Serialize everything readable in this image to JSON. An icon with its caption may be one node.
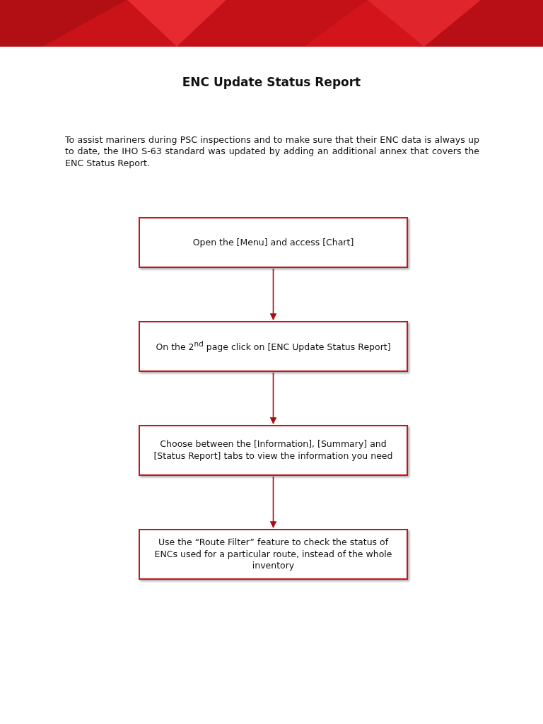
{
  "diagram": {
    "title": "ENC Update Status Report",
    "nodes": [
      {
        "text": [
          "Open the [Menu] and access [Chart]"
        ]
      },
      {
        "text": [
          "On the 2$^{nd}$ page click on [ENC Update Status Report]"
        ]
      },
      {
        "text": [
          "Choose between the [Information], [Summary] and [Status Report] tabs to view the information you need"
        ]
      },
      {
        "text": [
          "Use the “Route Filter” feature to check the status of ENCs used for a particular route, instead of the whole inventory"
        ]
      }
    ],
    "edges": [
      {
        "from": 0,
        "to": 1,
        "arrow": "to"
      },
      {
        "from": 1,
        "to": 2,
        "arrow": "to"
      },
      {
        "from": 2,
        "to": 3,
        "arrow": "to"
      }
    ],
    "labels": [
      "To assist mariners during PSC inspections and to make sure that their ENC data is always up to date, the IHO S-63 standard was updated by adding an additional annex that covers the ENC Status Report."
    ]
  }
}
